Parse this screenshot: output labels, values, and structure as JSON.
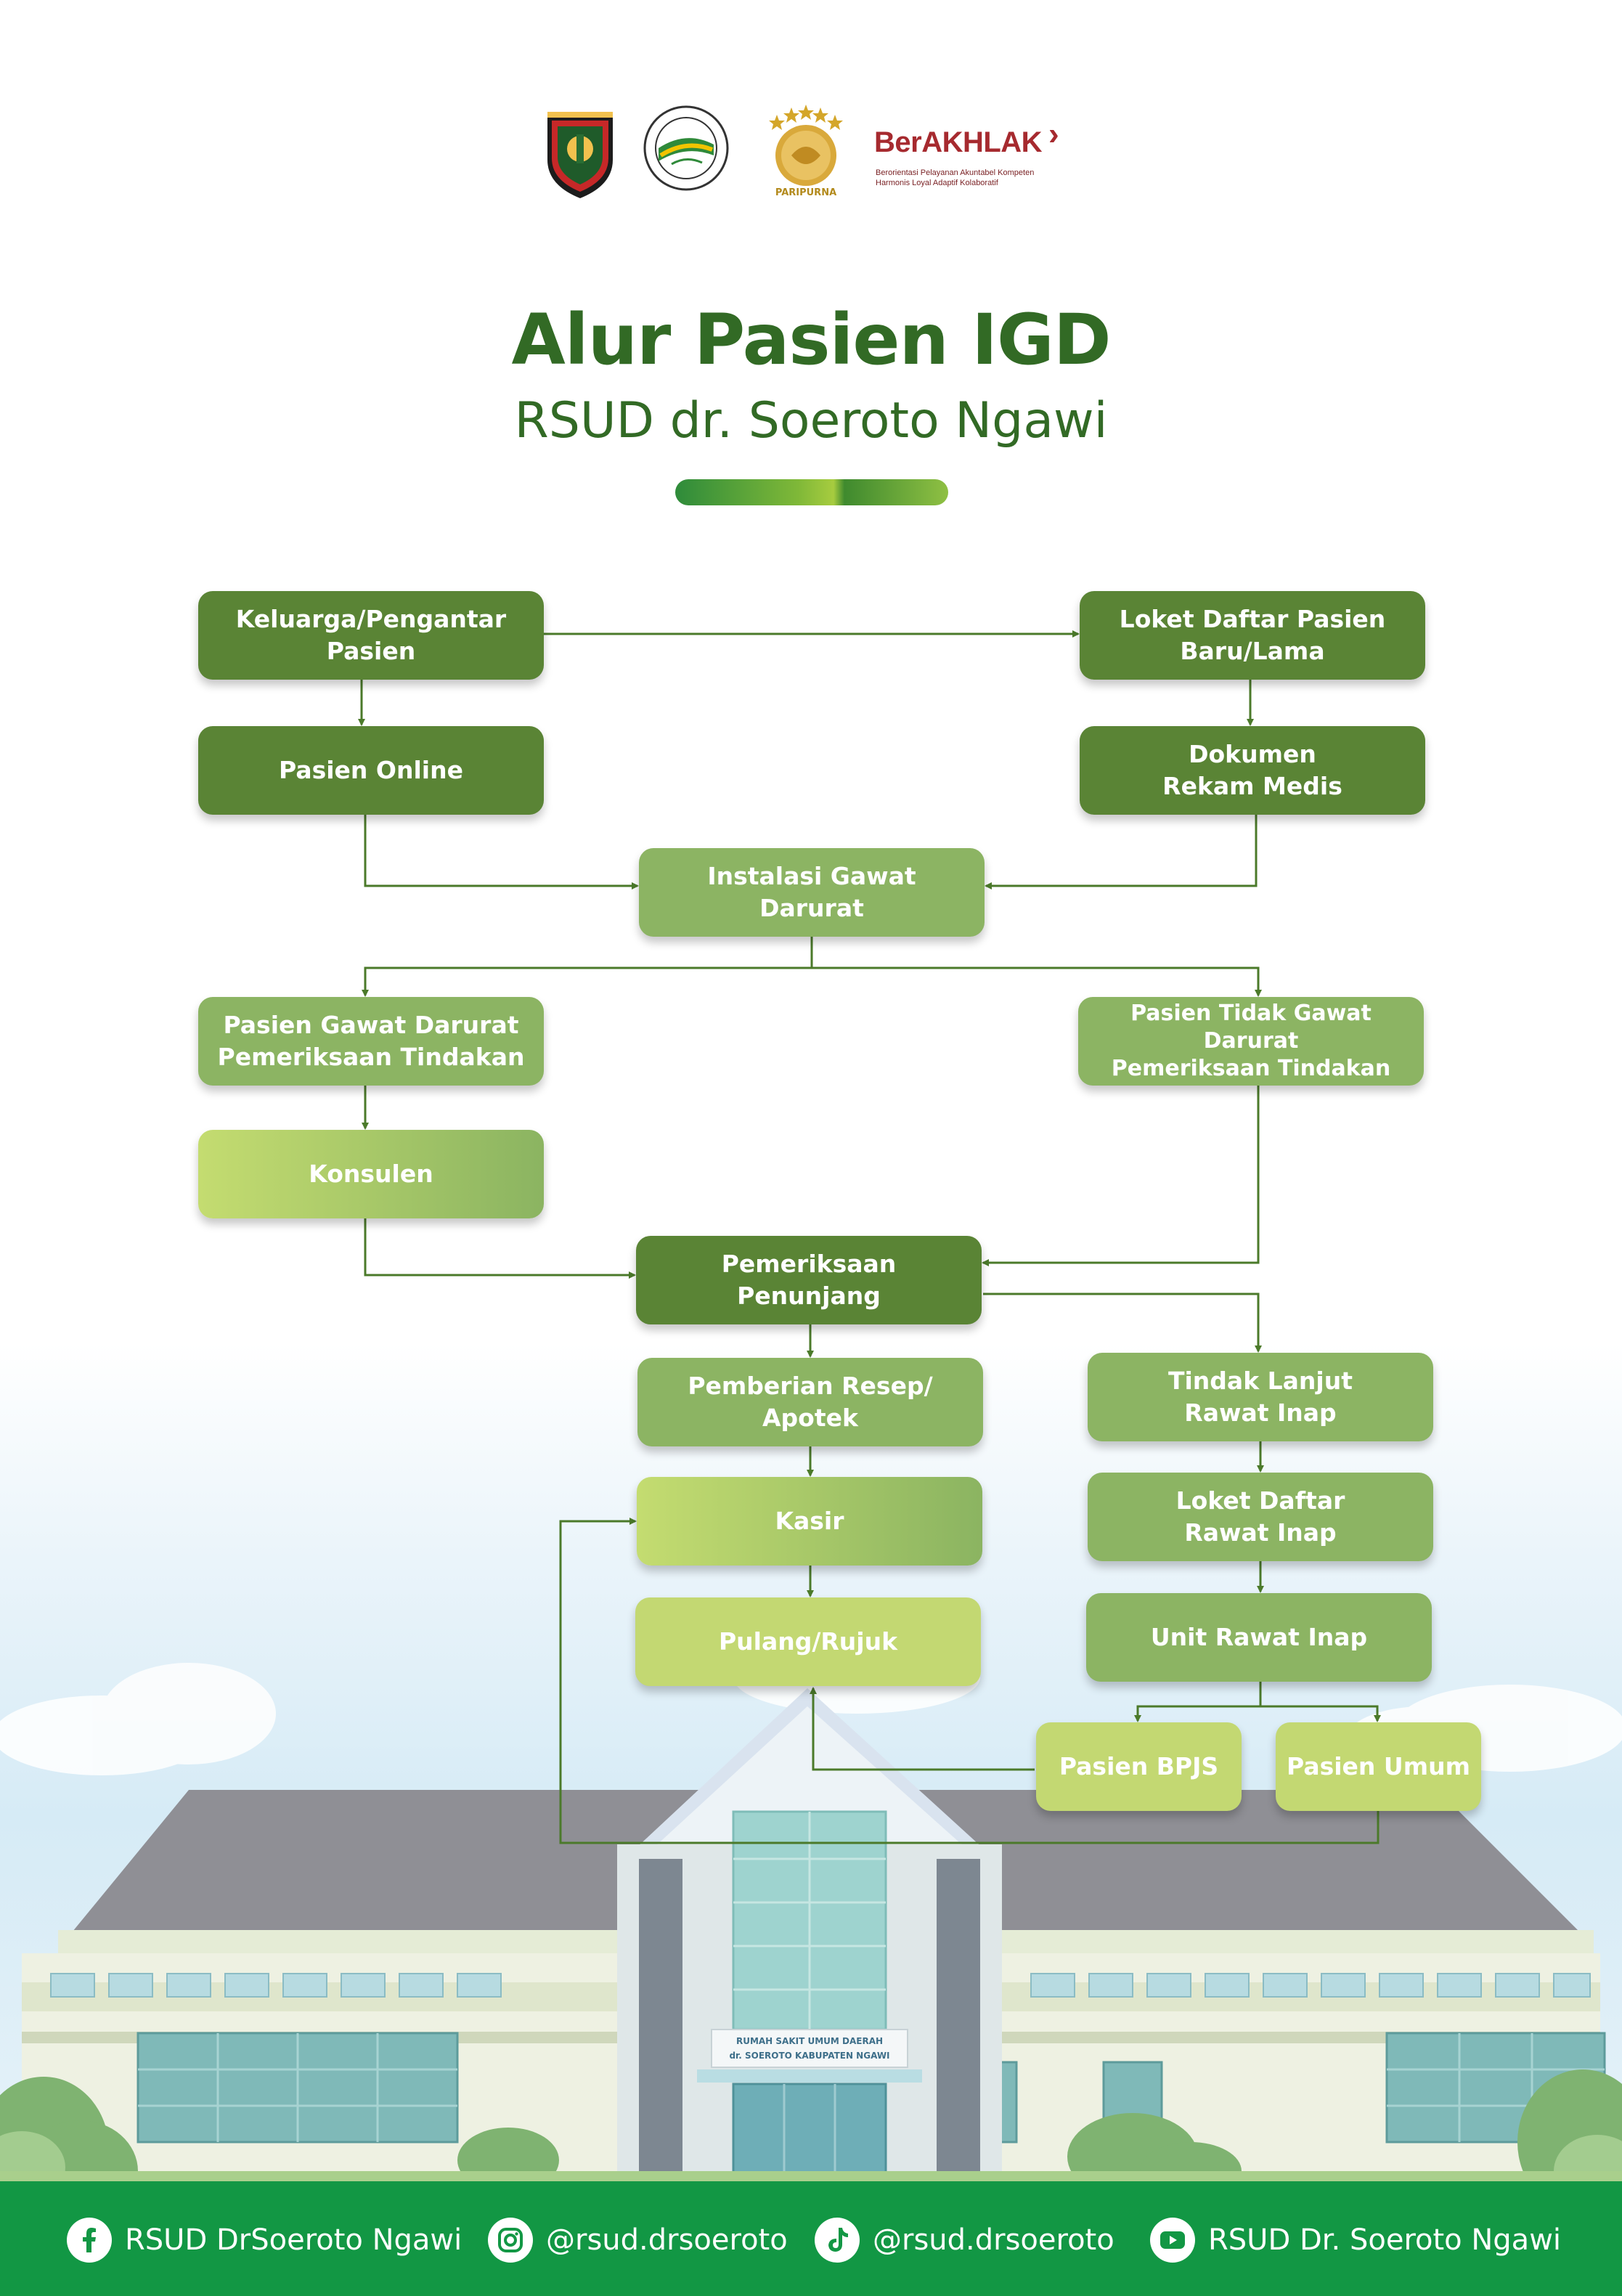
{
  "header": {
    "title": "Alur Pasien IGD",
    "subtitle": "RSUD dr. Soeroto Ngawi",
    "logos": {
      "kabupaten": "kabupaten-ngawi-emblem-icon",
      "rsud": "rsud-soeroto-logo-icon",
      "paripurna_caption": "PARIPURNA",
      "berakhlak_word": "BerAKHLAK",
      "berakhlak_tag_1": "Berorientasi Pelayanan Akuntabel Kompeten",
      "berakhlak_tag_2": "Harmonis Loyal Adaptif Kolaboratif"
    }
  },
  "flow": {
    "keluarga": "Keluarga/Pengantar\nPasien",
    "loket_daftar": "Loket Daftar Pasien\nBaru/Lama",
    "pasien_online": "Pasien Online",
    "dokumen": "Dokumen\nRekam Medis",
    "igd": "Instalasi Gawat\nDarurat",
    "gawat_darurat": "Pasien Gawat Darurat\nPemeriksaan Tindakan",
    "tidak_gawat": "Pasien Tidak Gawat Darurat\nPemeriksaan Tindakan",
    "konsulen": "Konsulen",
    "penunjang": "Pemeriksaan\nPenunjang",
    "resep": "Pemberian Resep/\nApotek",
    "tindak_lanjut": "Tindak Lanjut\nRawat Inap",
    "kasir": "Kasir",
    "loket_inap": "Loket Daftar\nRawat Inap",
    "pulang": "Pulang/Rujuk",
    "unit_inap": "Unit Rawat Inap",
    "bpjs": "Pasien BPJS",
    "umum": "Pasien Umum"
  },
  "building": {
    "sign_line_1": "RUMAH SAKIT UMUM DAERAH",
    "sign_line_2": "dr. SOEROTO KABUPATEN NGAWI"
  },
  "footer": {
    "facebook": {
      "icon": "facebook-icon",
      "label": "RSUD DrSoeroto Ngawi"
    },
    "instagram": {
      "icon": "instagram-icon",
      "label": "@rsud.drsoeroto"
    },
    "tiktok": {
      "icon": "tiktok-icon",
      "label": "@rsud.drsoeroto"
    },
    "youtube": {
      "icon": "youtube-icon",
      "label": "RSUD Dr. Soeroto Ngawi"
    }
  },
  "colors": {
    "title": "#326a25",
    "node_dark": "#5a8435",
    "node_mid": "#8cb463",
    "node_light": "#c3d872",
    "connector": "#4b7a2a",
    "footer": "#129744"
  }
}
